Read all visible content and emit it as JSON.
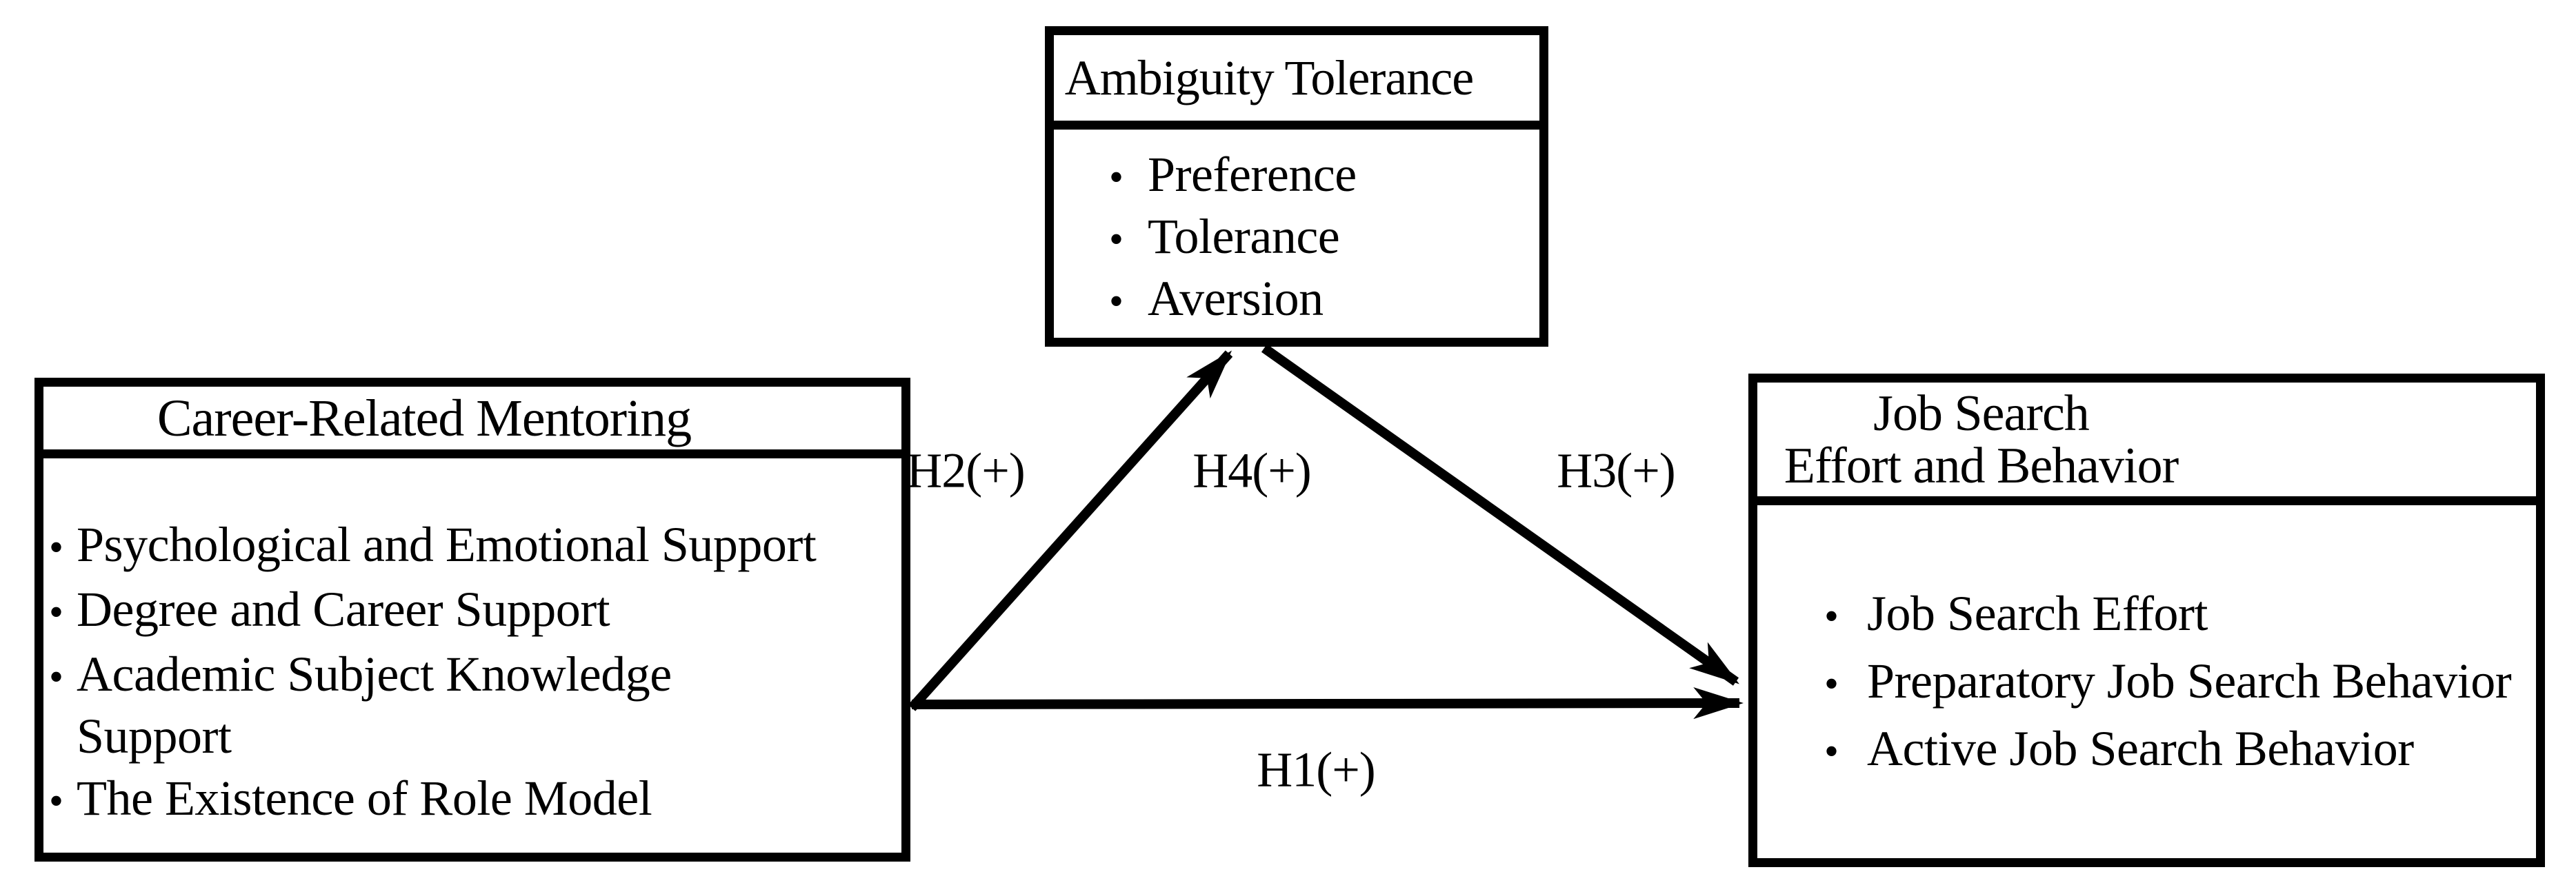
{
  "diagram": {
    "colors": {
      "ink": "#000000",
      "background": "#ffffff"
    },
    "bullet_char": "•",
    "boxes": {
      "career_mentoring": {
        "title": "Career-Related Mentoring",
        "items": [
          "Psychological and Emotional Support",
          "Degree and Career Support",
          "Academic Subject Knowledge Support",
          "The Existence of Role Model"
        ]
      },
      "ambiguity_tolerance": {
        "title": "Ambiguity Tolerance",
        "items": [
          "Preference",
          "Tolerance",
          "Aversion"
        ]
      },
      "job_search": {
        "title_line1": "Job Search",
        "title_line2": "Effort and Behavior",
        "items": [
          "Job Search Effort",
          "Preparatory Job Search Behavior",
          "Active Job Search Behavior"
        ]
      }
    },
    "arrow_labels": {
      "h1": "H1(+)",
      "h2": "H2(+)",
      "h3": "H3(+)",
      "h4": "H4(+)"
    }
  }
}
